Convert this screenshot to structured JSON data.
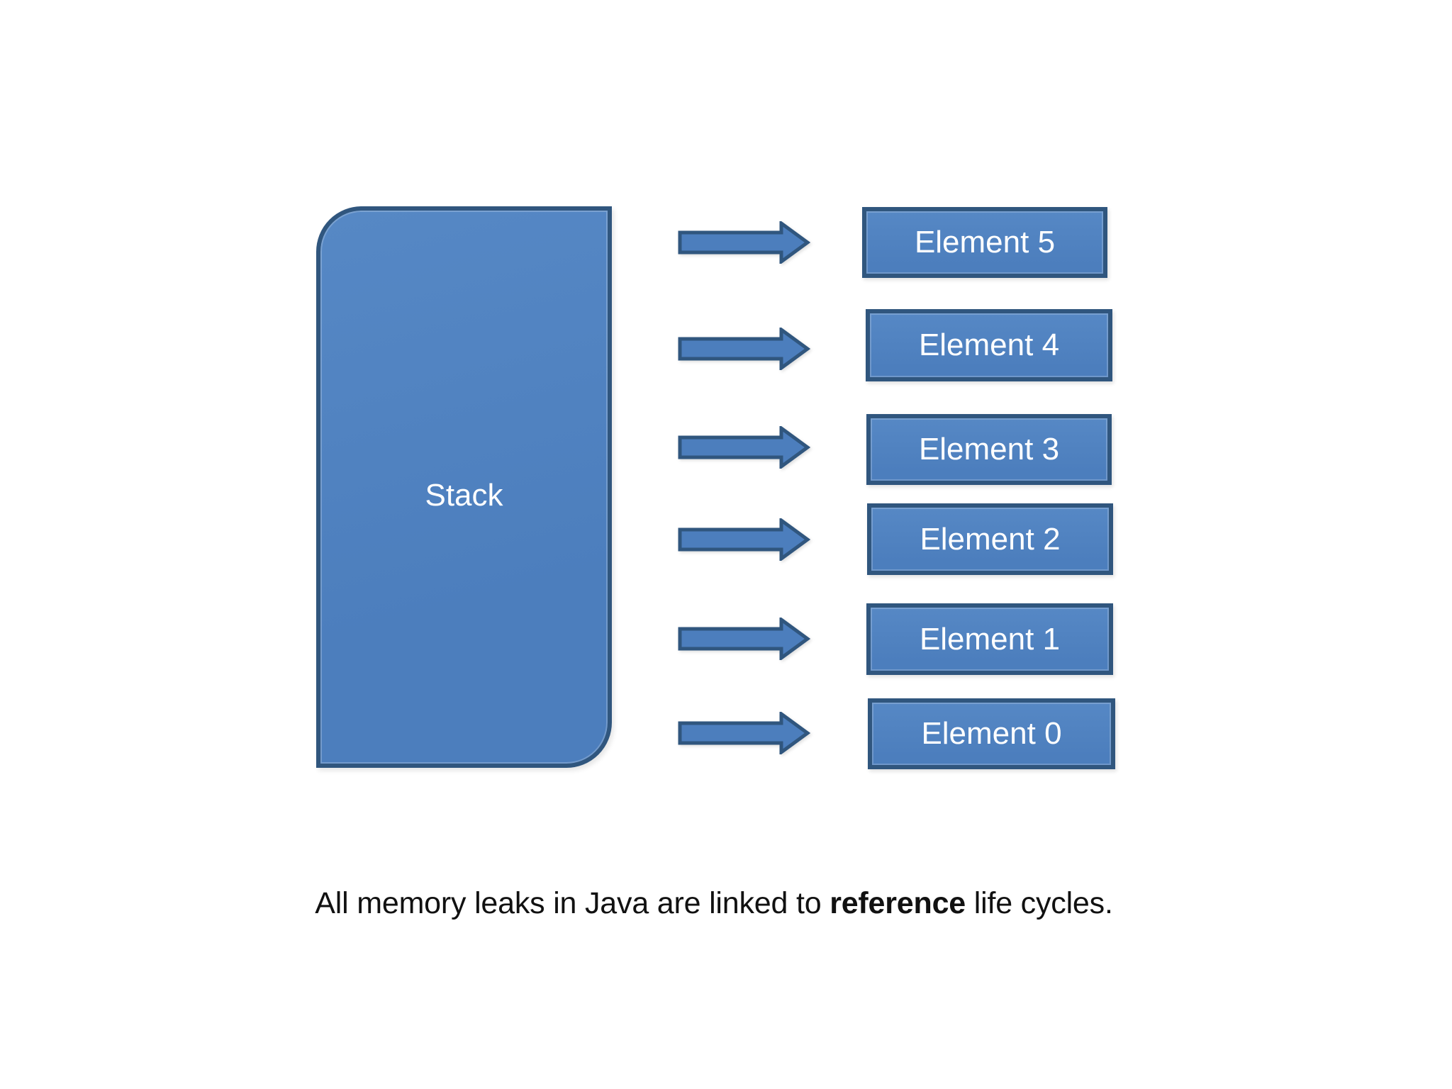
{
  "stack": {
    "label": "Stack"
  },
  "elements": [
    {
      "label": "Element 5"
    },
    {
      "label": "Element 4"
    },
    {
      "label": "Element 3"
    },
    {
      "label": "Element 2"
    },
    {
      "label": "Element 1"
    },
    {
      "label": "Element 0"
    }
  ],
  "caption": {
    "prefix": "All memory leaks in Java are linked to ",
    "emphasis": "reference",
    "suffix": " life cycles."
  },
  "colors": {
    "background": "#ffffff",
    "shape_fill": "#4C7EBD",
    "shape_fill_light": "#5688C5",
    "shape_border": "#30567E",
    "label_text": "#ffffff",
    "caption_text": "#111111"
  }
}
